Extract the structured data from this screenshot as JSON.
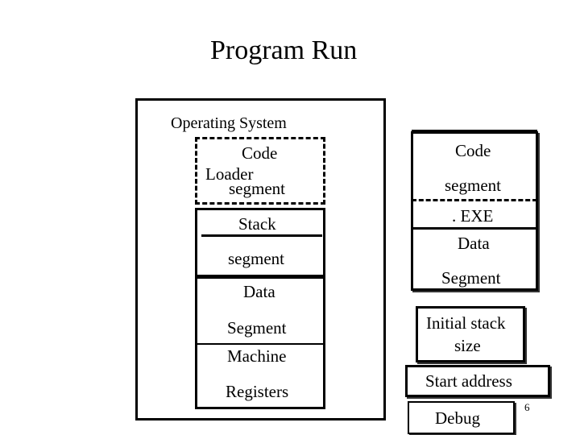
{
  "title": "Program Run",
  "memory": {
    "os_label": "Operating System",
    "loader_code": "Code",
    "loader_label": "Loader",
    "loader_segment": "segment",
    "stack_label": "Stack",
    "stack_segment": "segment",
    "data_label": "Data",
    "data_segment": "Segment",
    "machine_label": "Machine",
    "registers_label": "Registers"
  },
  "exe": {
    "code_label": "Code",
    "code_segment": "segment",
    "exe_label": ". EXE",
    "data_label": "Data",
    "data_segment": "Segment",
    "initial_stack_line1": "Initial stack",
    "initial_stack_line2": "size",
    "start_address": "Start address",
    "debug": "Debug"
  },
  "page_number": "6"
}
